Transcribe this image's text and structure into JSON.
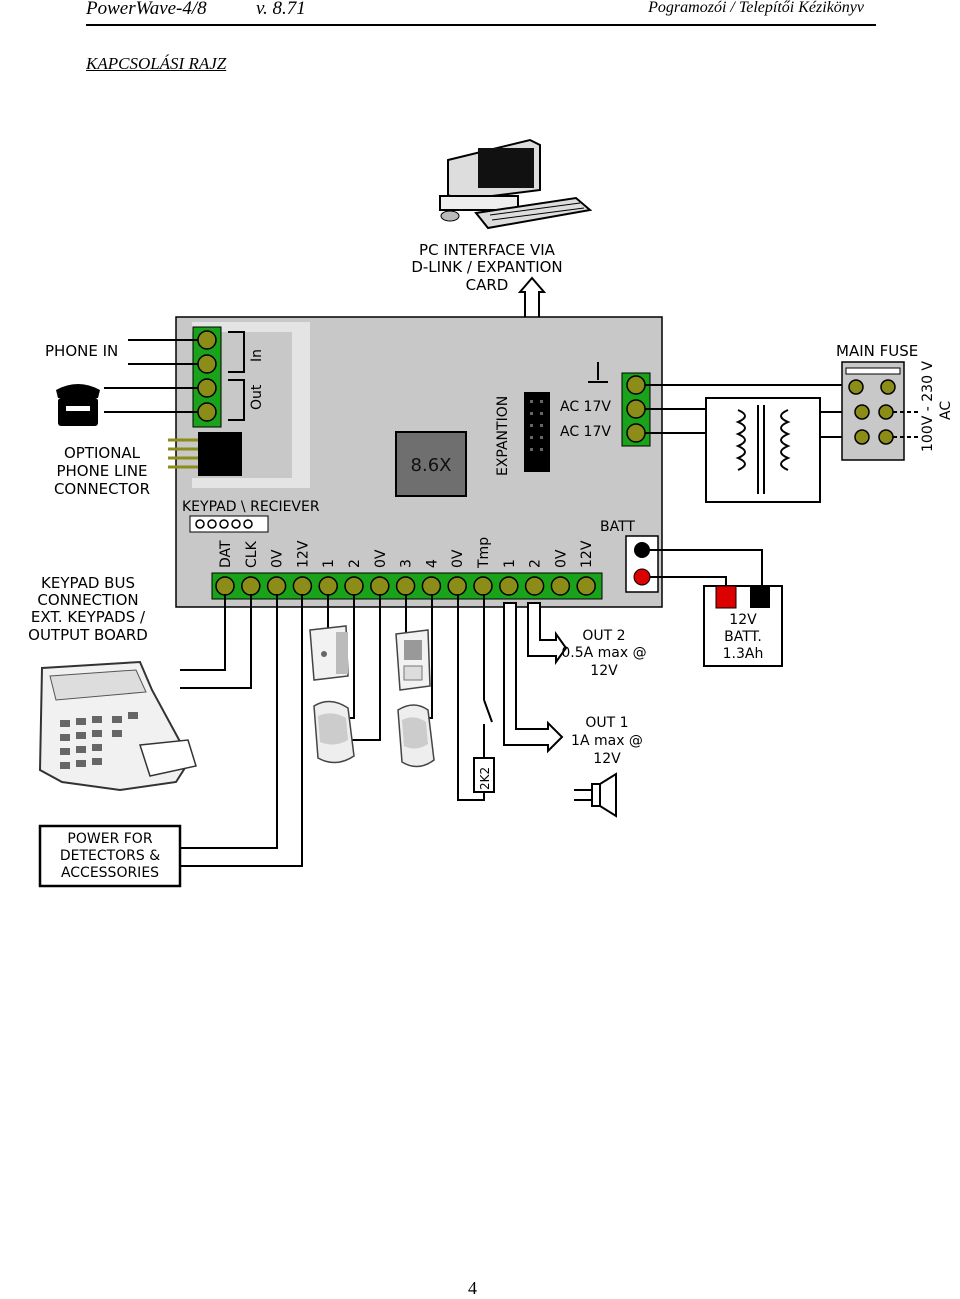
{
  "header": {
    "product": "PowerWave-4/8",
    "version": "v. 8.71",
    "manual": "Pogramozói / Telepítői Kézikönyv"
  },
  "section_title": "KAPCSOLÁSI RAJZ",
  "page_number": "4",
  "diagram": {
    "pc_interface": [
      "PC INTERFACE VIA",
      "D-LINK / EXPANTION",
      "CARD"
    ],
    "phone_in": "PHONE IN",
    "in_label": "In",
    "out_label": "Out",
    "optional_phone": [
      "OPTIONAL",
      "PHONE LINE",
      "CONNECTOR"
    ],
    "chip_label": "8.6X",
    "expantion": "EXPANTION",
    "ac1": "AC 17V",
    "ac2": "AC 17V",
    "main_fuse": "MAIN FUSE",
    "mains": [
      "100V - 230 V",
      "AC"
    ],
    "keypad_receiver": "KEYPAD \\ RECIEVER",
    "batt": "BATT",
    "terminals": [
      "DAT",
      "CLK",
      "0V",
      "12V",
      "1",
      "2",
      "0V",
      "3",
      "4",
      "0V",
      "Tmp",
      "1",
      "2",
      "0V",
      "12V"
    ],
    "keypad_bus": [
      "KEYPAD BUS",
      "CONNECTION",
      "EXT. KEYPADS /",
      "OUTPUT BOARD"
    ],
    "out2": [
      "OUT 2",
      "0.5A max @",
      "12V"
    ],
    "out1": [
      "OUT 1",
      "1A max @",
      "12V"
    ],
    "battery": [
      "12V",
      "BATT.",
      "1.3Ah"
    ],
    "resistor": "2K2",
    "power_for": [
      "POWER FOR",
      "DETECTORS &",
      "ACCESSORIES"
    ]
  },
  "colors": {
    "board": "#c8c8c8",
    "terminal_green": "#1aa31a",
    "screw_olive": "#8c8c18",
    "chip": "#6f6f6f",
    "red_led": "#dd0000"
  }
}
